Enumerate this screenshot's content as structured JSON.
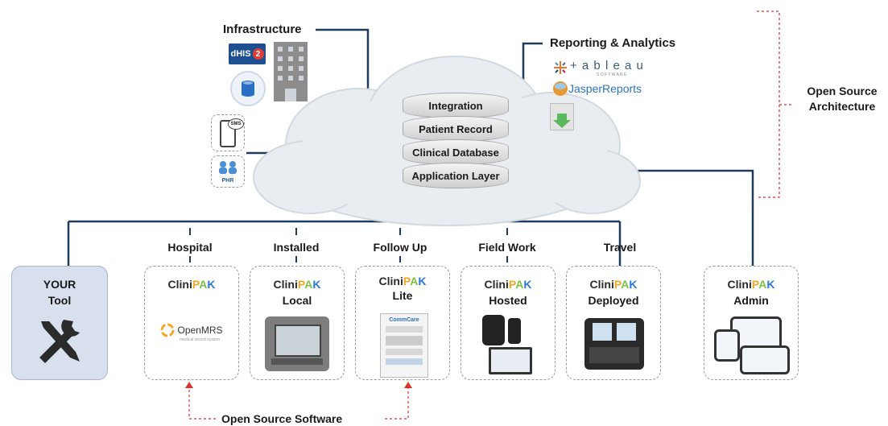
{
  "infrastructure": {
    "title": "Infrastructure",
    "dhis_label": "dHIS",
    "dhis_num": "2"
  },
  "reporting": {
    "title": "Reporting & Analytics",
    "tableau": "+ a b l e a u",
    "tableau_small": "S O F T W A R E",
    "jasper": "JasperReports"
  },
  "stack": {
    "layers": [
      "Integration",
      "Patient Record",
      "Clinical Database",
      "Application Layer"
    ]
  },
  "left_icons": {
    "sms": "SMS",
    "phr": "PHR"
  },
  "architecture": {
    "line1": "Open Source",
    "line2": "Architecture"
  },
  "software": {
    "label": "Open Source Software"
  },
  "cards": {
    "your_tool": {
      "line1": "YOUR",
      "line2": "Tool"
    },
    "brand": {
      "c1": "Clini",
      "p": "P",
      "a": "A",
      "k": "K"
    },
    "hospital": {
      "category": "Hospital",
      "logo": "OpenMRS",
      "logo_small": "medical record system"
    },
    "local": {
      "category": "Installed",
      "sub": "Local"
    },
    "lite": {
      "category": "Follow Up",
      "sub": "Lite",
      "app": "CommCare"
    },
    "hosted": {
      "category": "Field Work",
      "sub": "Hosted"
    },
    "deployed": {
      "category": "Travel",
      "sub": "Deployed"
    },
    "admin": {
      "sub": "Admin"
    }
  },
  "colors": {
    "line": "#1f3b5e",
    "dotted": "#d9342b",
    "cloud": "#e9edf2"
  }
}
